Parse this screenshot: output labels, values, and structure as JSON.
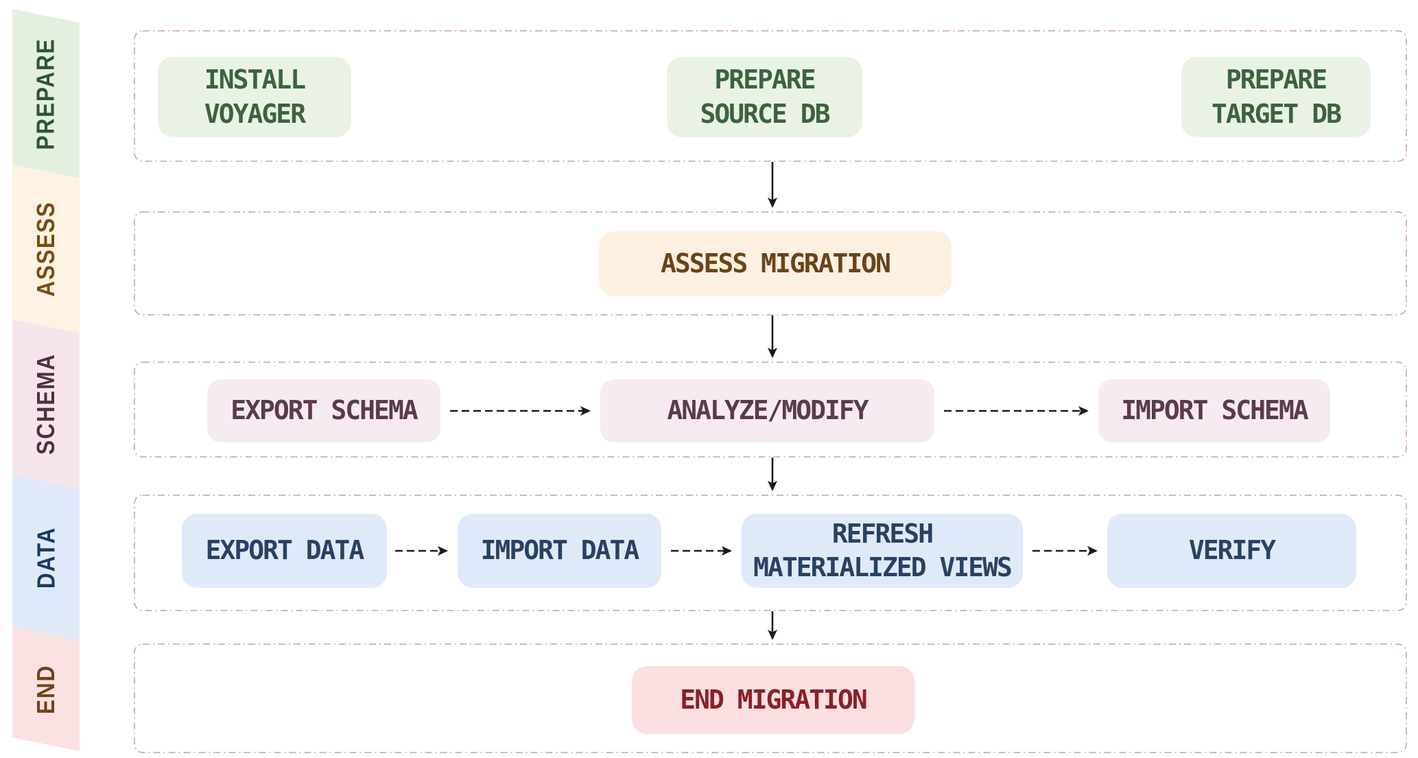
{
  "diagram": {
    "background": "#ffffff",
    "lane_border_color": "#cba392",
    "arrow_color": "#1b1b1b"
  },
  "sidebar": {
    "segments": [
      {
        "id": "prepare",
        "label": "PREPARE",
        "bg": "#e4efdf",
        "text_color": "#2f5530"
      },
      {
        "id": "assess",
        "label": "ASSESS",
        "bg": "#fdf2e3",
        "text_color": "#7a4b11"
      },
      {
        "id": "schema",
        "label": "SCHEMA",
        "bg": "#f5e5ea",
        "text_color": "#4c3145"
      },
      {
        "id": "data",
        "label": "DATA",
        "bg": "#dfe9f8",
        "text_color": "#1b3a60"
      },
      {
        "id": "end",
        "label": "END",
        "bg": "#fce1e2",
        "text_color": "#6f4418"
      }
    ]
  },
  "nodes": {
    "install_voyager": {
      "label": "INSTALL\nVOYAGER",
      "bg": "#e9f2e5",
      "text_color": "#3c6340"
    },
    "prepare_source": {
      "label": "PREPARE\nSOURCE DB",
      "bg": "#e9f2e5",
      "text_color": "#3c6340"
    },
    "prepare_target": {
      "label": "PREPARE\nTARGET DB",
      "bg": "#e9f2e5",
      "text_color": "#3c6340"
    },
    "assess": {
      "label": "ASSESS MIGRATION",
      "bg": "#fdf0e1",
      "text_color": "#6a4418"
    },
    "export_schema": {
      "label": "EXPORT SCHEMA",
      "bg": "#f6ebf0",
      "text_color": "#5c3a4e"
    },
    "analyze_modify": {
      "label": "ANALYZE/MODIFY",
      "bg": "#f6ebf0",
      "text_color": "#5c3a4e"
    },
    "import_schema": {
      "label": "IMPORT SCHEMA",
      "bg": "#f6ebf0",
      "text_color": "#5c3a4e"
    },
    "export_data": {
      "label": "EXPORT DATA",
      "bg": "#dfe9f8",
      "text_color": "#2a4162"
    },
    "import_data": {
      "label": "IMPORT DATA",
      "bg": "#dfe9f8",
      "text_color": "#2a4162"
    },
    "refresh_mv": {
      "label": "REFRESH\nMATERIALIZED VIEWS",
      "bg": "#dfe9f8",
      "text_color": "#2a4162"
    },
    "verify": {
      "label": "VERIFY",
      "bg": "#dfe9f8",
      "text_color": "#2a4162"
    },
    "end_migration": {
      "label": "END MIGRATION",
      "bg": "#fcdfe1",
      "text_color": "#8b2027"
    }
  },
  "edges": [
    {
      "id": "prepare-to-assess",
      "from": "prepare_source",
      "to": "assess",
      "style": "solid"
    },
    {
      "id": "assess-to-schema",
      "from": "assess",
      "to": "analyze_modify",
      "style": "solid"
    },
    {
      "id": "schema-to-data",
      "from": "analyze_modify",
      "to": "refresh_mv",
      "style": "solid"
    },
    {
      "id": "data-to-end",
      "from": "refresh_mv",
      "to": "end_migration",
      "style": "solid"
    },
    {
      "id": "export-schema-to-analyze",
      "from": "export_schema",
      "to": "analyze_modify",
      "style": "dashed"
    },
    {
      "id": "analyze-to-import-schema",
      "from": "analyze_modify",
      "to": "import_schema",
      "style": "dashed"
    },
    {
      "id": "export-data-to-import-data",
      "from": "export_data",
      "to": "import_data",
      "style": "dashed"
    },
    {
      "id": "import-data-to-refresh",
      "from": "import_data",
      "to": "refresh_mv",
      "style": "dashed"
    },
    {
      "id": "refresh-to-verify",
      "from": "refresh_mv",
      "to": "verify",
      "style": "dashed"
    }
  ]
}
